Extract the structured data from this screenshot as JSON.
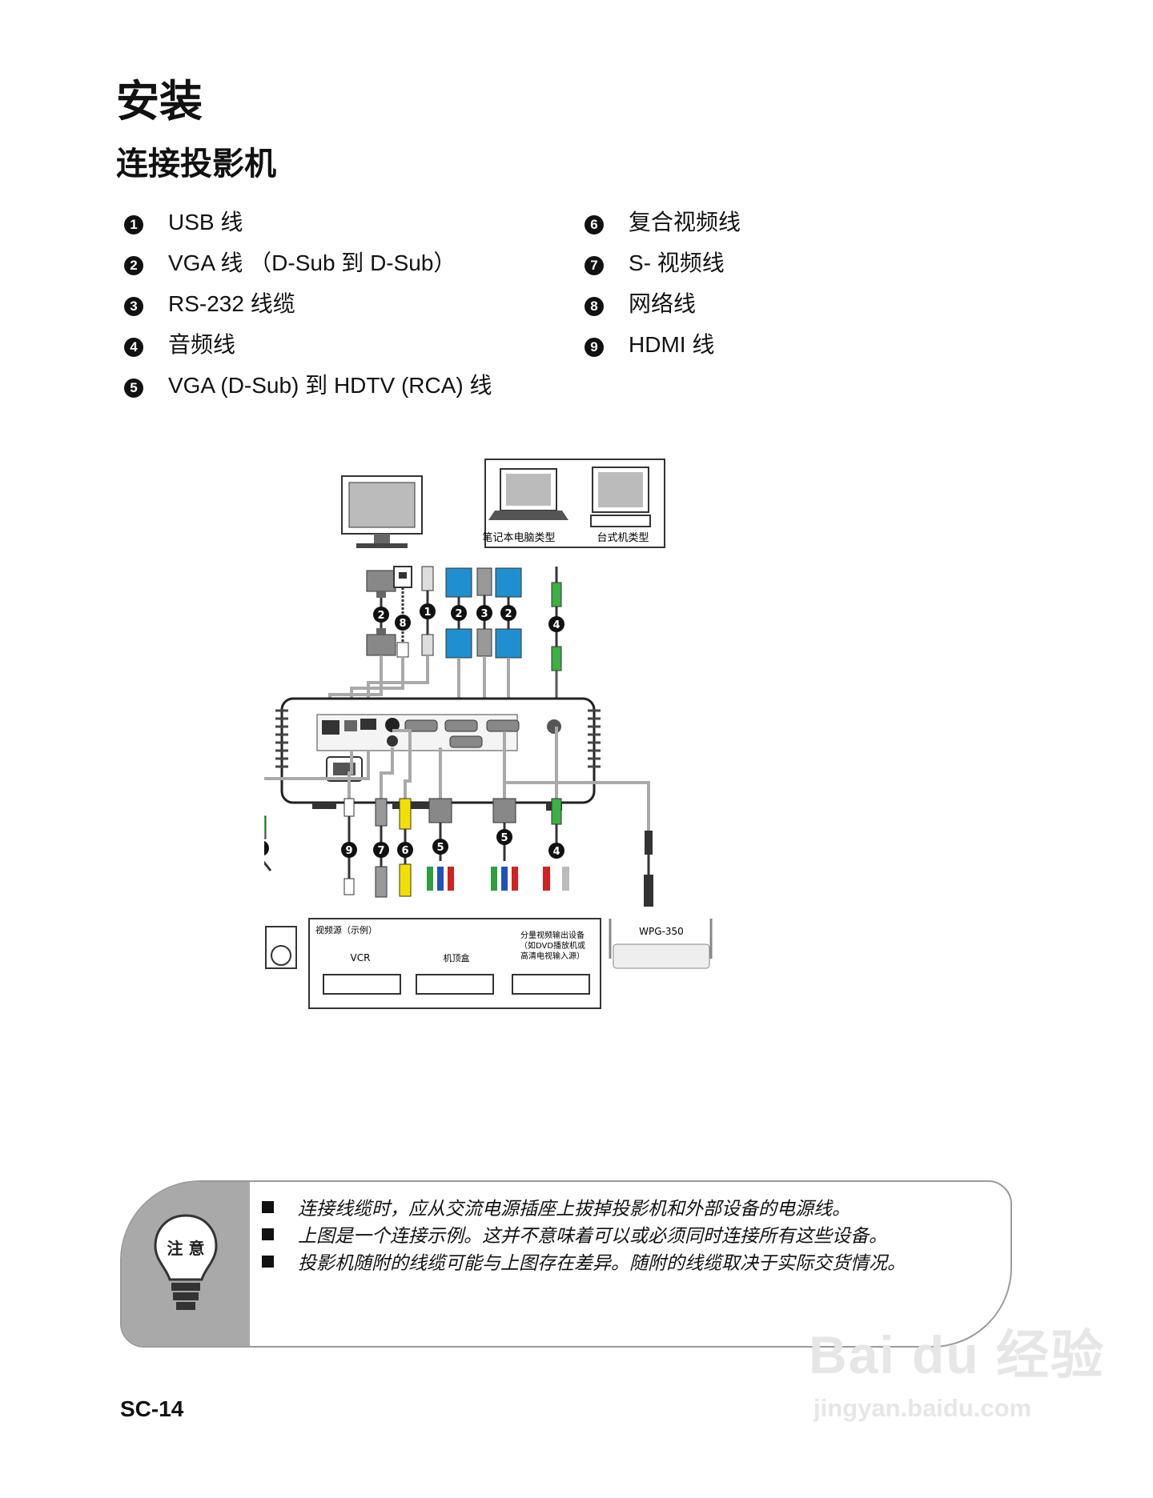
{
  "page": {
    "title": "安装",
    "subtitle": "连接投影机",
    "page_number": "SC-14"
  },
  "legend": [
    {
      "num": "1",
      "label": "USB 线"
    },
    {
      "num": "2",
      "label": "VGA 线 （D-Sub 到 D-Sub）"
    },
    {
      "num": "3",
      "label": "RS-232 线缆"
    },
    {
      "num": "4",
      "label": "音频线"
    },
    {
      "num": "5",
      "label": "VGA (D-Sub) 到 HDTV (RCA) 线"
    },
    {
      "num": "6",
      "label": "复合视频线"
    },
    {
      "num": "7",
      "label": "S- 视频线"
    },
    {
      "num": "8",
      "label": "网络线"
    },
    {
      "num": "9",
      "label": "HDMI 线"
    }
  ],
  "diagram": {
    "computer_box": {
      "notebook": "笔记本电脑类型",
      "desktop": "台式机类型"
    },
    "video_source": {
      "title": "视频源（示例）",
      "vcr": "VCR",
      "settop": "机顶盒",
      "component_l1": "分量视频输出设备",
      "component_l2": "（如DVD播放机或",
      "component_l3": "高清电视输入源）"
    },
    "wireless": "WPG-350",
    "colors": {
      "vga": "#1f8fcf",
      "audio": "#3cb043",
      "yellow": "#f4e000",
      "red": "#d42020",
      "green": "#2e9e3e",
      "blue": "#2050c0",
      "cable": "#a9a9a9"
    }
  },
  "note": {
    "label": "注 意",
    "items": [
      "连接线缆时，应从交流电源插座上拔掉投影机和外部设备的电源线。",
      "上图是一个连接示例。这并不意味着可以或必须同时连接所有这些设备。",
      "投影机随附的线缆可能与上图存在差异。随附的线缆取决于实际交货情况。"
    ]
  },
  "watermark": {
    "brand": "Bai du 经验",
    "url": "jingyan.baidu.com"
  }
}
